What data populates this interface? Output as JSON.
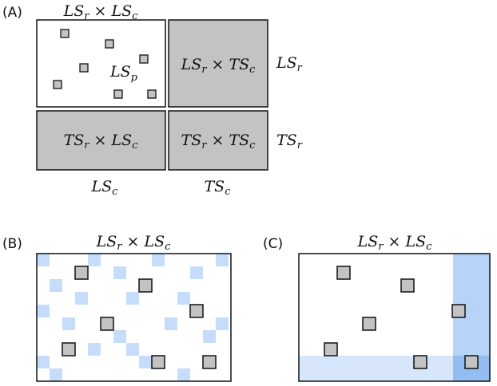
{
  "panels": {
    "a": {
      "label": "(A)",
      "top_title_base": "LS",
      "top_title_sub1": "r",
      "top_title_op": " × ",
      "top_title_base2": "LS",
      "top_title_sub2": "c",
      "lsp_base": "LS",
      "lsp_sub": "p",
      "tr_base1": "LS",
      "tr_sub1": "r",
      "tr_op": " × ",
      "tr_base2": "TS",
      "tr_sub2": "c",
      "bl_base1": "TS",
      "bl_sub1": "r",
      "bl_op": " × ",
      "bl_base2": "LS",
      "bl_sub2": "c",
      "br_base1": "TS",
      "br_sub1": "r",
      "br_op": " × ",
      "br_base2": "TS",
      "br_sub2": "c",
      "row1_base": "LS",
      "row1_sub": "r",
      "row2_base": "TS",
      "row2_sub": "r",
      "col1_base": "LS",
      "col1_sub": "c",
      "col2_base": "TS",
      "col2_sub": "c"
    },
    "b": {
      "label": "(B)",
      "title_base1": "LS",
      "title_sub1": "r",
      "title_op": " × ",
      "title_base2": "LS",
      "title_sub2": "c"
    },
    "c": {
      "label": "(C)",
      "title_base1": "LS",
      "title_sub1": "r",
      "title_op": " × ",
      "title_base2": "LS",
      "title_sub2": "c"
    }
  },
  "colors": {
    "gray_fill": "#c3c3c3",
    "light_blue": "#c5dcfb",
    "mid_blue": "#b7d3f8",
    "dark_blue": "#93bdf0",
    "strip_blue": "#d6e7fc"
  }
}
